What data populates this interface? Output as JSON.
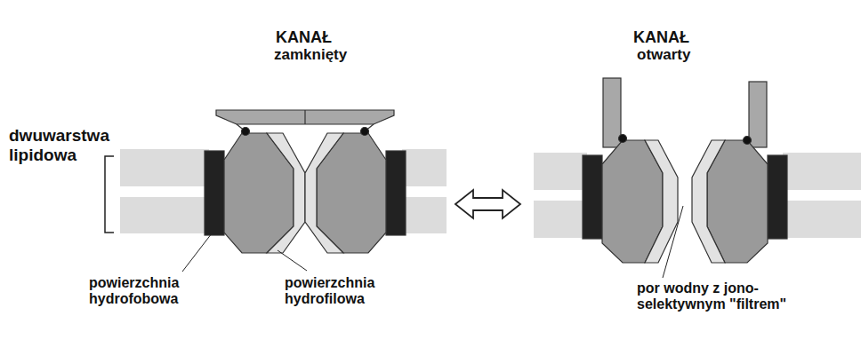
{
  "diagram": {
    "labels": [
      "KANAŁ",
      "zamknięty",
      "KANAŁ",
      "otwarty",
      "dwuwarstwa lipidowa",
      "powierzchnia hydrofobowa",
      "powierzchnia hydrofilowa",
      "por wodny z jono-selektywnym \"filtrem\""
    ]
  }
}
